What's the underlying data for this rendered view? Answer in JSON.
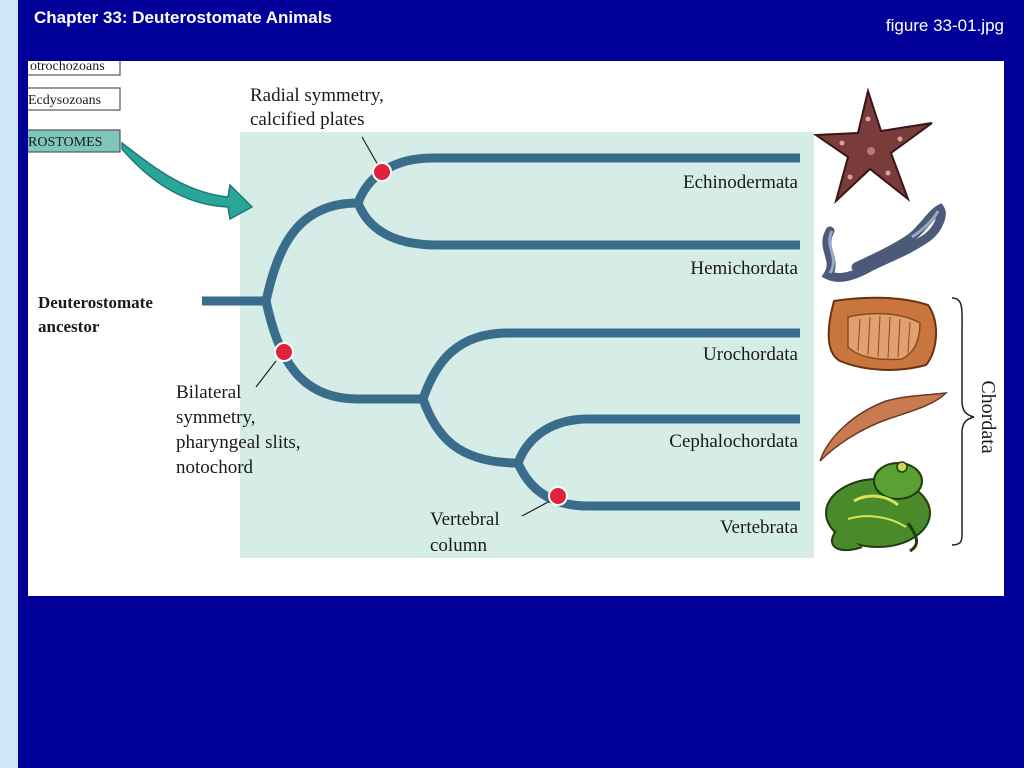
{
  "slide": {
    "title": "Chapter 33: Deuterostomate Animals",
    "file_label": "figure 33-01.jpg"
  },
  "legend_boxes": {
    "lophotrochozoans": "otrochozoans",
    "ecdysozoans": "Ecdysozoans",
    "deuterostomes": "ROSTOMES"
  },
  "tree": {
    "root_label_line1": "Deuterostomate",
    "root_label_line2": "ancestor",
    "taxa": {
      "echinodermata": "Echinodermata",
      "hemichordata": "Hemichordata",
      "urochordata": "Urochordata",
      "cephalochordata": "Cephalochordata",
      "vertebrata": "Vertebrata"
    },
    "traits": {
      "radial_line1": "Radial symmetry,",
      "radial_line2": "calcified plates",
      "bilateral_line1": "Bilateral",
      "bilateral_line2": "symmetry,",
      "bilateral_line3": "pharyngeal slits,",
      "bilateral_line4": "notochord",
      "vertebral_line1": "Vertebral",
      "vertebral_line2": "column"
    },
    "group_bracket_label": "Chordata"
  },
  "colors": {
    "background": "#000099",
    "panel_highlight": "#d6ece6",
    "branch": "#3a6d8c",
    "node": "#e0223a",
    "arrow": "#2aa59a"
  }
}
